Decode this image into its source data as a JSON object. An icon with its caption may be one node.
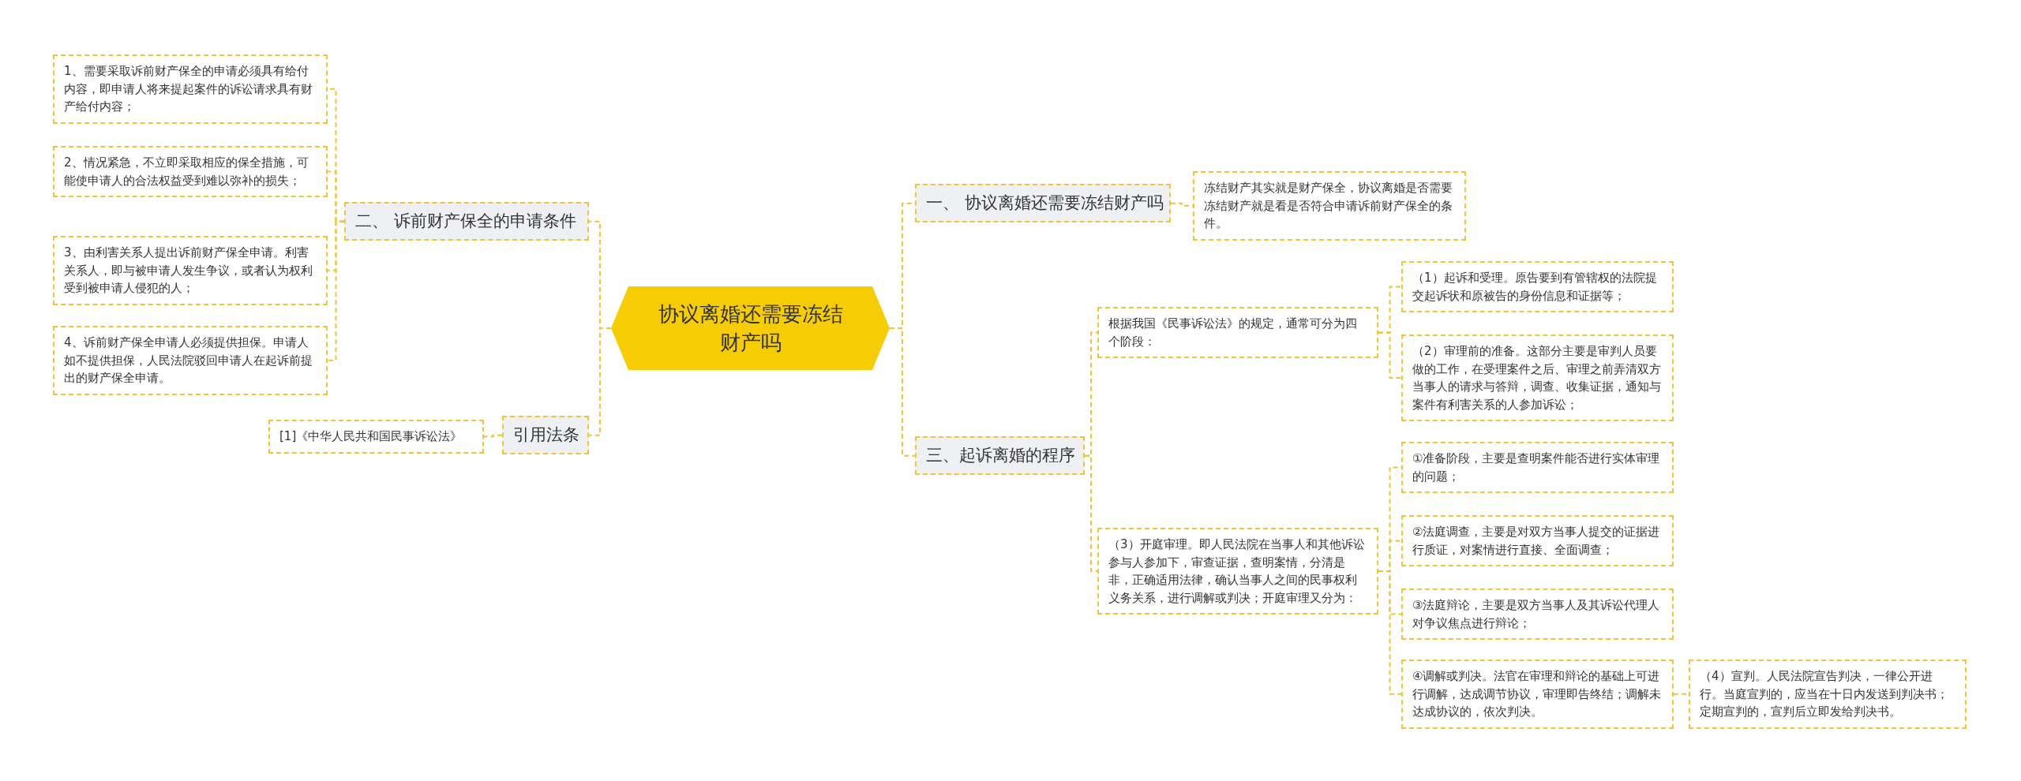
{
  "diagram": {
    "nodes": [
      {
        "text": [
          "协议离婚还需要冻结财产吗"
        ]
      },
      {
        "text": [
          "一、 协议离婚还需要冻结财产吗"
        ]
      },
      {
        "text": [
          "冻结财产其实就是财产保全，协议离婚是否需要冻结财产就是看是否符合申请诉前财产保全的条件。"
        ]
      },
      {
        "text": [
          "三、起诉离婚的程序"
        ]
      },
      {
        "text": [
          "根据我国《民事诉讼法》的规定，通常可分为四个阶段："
        ]
      },
      {
        "text": [
          "（1）起诉和受理。原告要到有管辖权的法院提交起诉状和原被告的身份信息和证据等；"
        ]
      },
      {
        "text": [
          "（2）审理前的准备。这部分主要是审判人员要做的工作，在受理案件之后、审理之前弄清双方当事人的请求与答辩，调查、收集证据，通知与案件有利害关系的人参加诉讼；"
        ]
      },
      {
        "text": [
          "（3）开庭审理。即人民法院在当事人和其他诉讼参与人参加下，审查证据，查明案情，分清是非，正确适用法律，确认当事人之间的民事权利义务关系，进行调解或判决；开庭审理又分为："
        ]
      },
      {
        "text": [
          "①准备阶段，主要是查明案件能否进行实体审理的问题；"
        ]
      },
      {
        "text": [
          "②法庭调查，主要是对双方当事人提交的证据进行质证，对案情进行直接、全面调查；"
        ]
      },
      {
        "text": [
          "③法庭辩论，主要是双方当事人及其诉讼代理人对争议焦点进行辩论；"
        ]
      },
      {
        "text": [
          "④调解或判决。法官在审理和辩论的基础上可进行调解，达成调节协议，审理即告终结；调解未达成协议的，依次判决。"
        ]
      },
      {
        "text": [
          "（4）宣判。人民法院宣告判决，一律公开进行。当庭宣判的，应当在十日内发送到判决书；定期宣判的，宣判后立即发给判决书。"
        ]
      },
      {
        "text": [
          "二、 诉前财产保全的申请条件"
        ]
      },
      {
        "text": [
          "1、需要采取诉前财产保全的申请必须具有给付内容，即申请人将来提起案件的诉讼请求具有财产给付内容；"
        ]
      },
      {
        "text": [
          "2、情况紧急，不立即采取相应的保全措施，可能使申请人的合法权益受到难以弥补的损失；"
        ]
      },
      {
        "text": [
          "3、由利害关系人提出诉前财产保全申请。利害关系人，即与被申请人发生争议，或者认为权利受到被申请人侵犯的人；"
        ]
      },
      {
        "text": [
          "4、诉前财产保全申请人必须提供担保。申请人如不提供担保，人民法院驳回申请人在起诉前提出的财产保全申请。"
        ]
      },
      {
        "text": [
          "引用法条"
        ]
      },
      {
        "text": [
          "[1]《中华人民共和国民事诉讼法》"
        ]
      }
    ],
    "edges": [
      {
        "from": 0,
        "to": 1,
        "arrow": "none"
      },
      {
        "from": 1,
        "to": 2,
        "arrow": "none"
      },
      {
        "from": 0,
        "to": 3,
        "arrow": "none"
      },
      {
        "from": 3,
        "to": 4,
        "arrow": "none"
      },
      {
        "from": 4,
        "to": 5,
        "arrow": "none"
      },
      {
        "from": 4,
        "to": 6,
        "arrow": "none"
      },
      {
        "from": 3,
        "to": 7,
        "arrow": "none"
      },
      {
        "from": 7,
        "to": 8,
        "arrow": "none"
      },
      {
        "from": 7,
        "to": 9,
        "arrow": "none"
      },
      {
        "from": 7,
        "to": 10,
        "arrow": "none"
      },
      {
        "from": 7,
        "to": 11,
        "arrow": "none"
      },
      {
        "from": 11,
        "to": 12,
        "arrow": "none"
      },
      {
        "from": 0,
        "to": 13,
        "arrow": "none"
      },
      {
        "from": 13,
        "to": 14,
        "arrow": "none"
      },
      {
        "from": 13,
        "to": 15,
        "arrow": "none"
      },
      {
        "from": 13,
        "to": 16,
        "arrow": "none"
      },
      {
        "from": 13,
        "to": 17,
        "arrow": "none"
      },
      {
        "from": 0,
        "to": 18,
        "arrow": "none"
      },
      {
        "from": 18,
        "to": 19,
        "arrow": "none"
      }
    ]
  }
}
